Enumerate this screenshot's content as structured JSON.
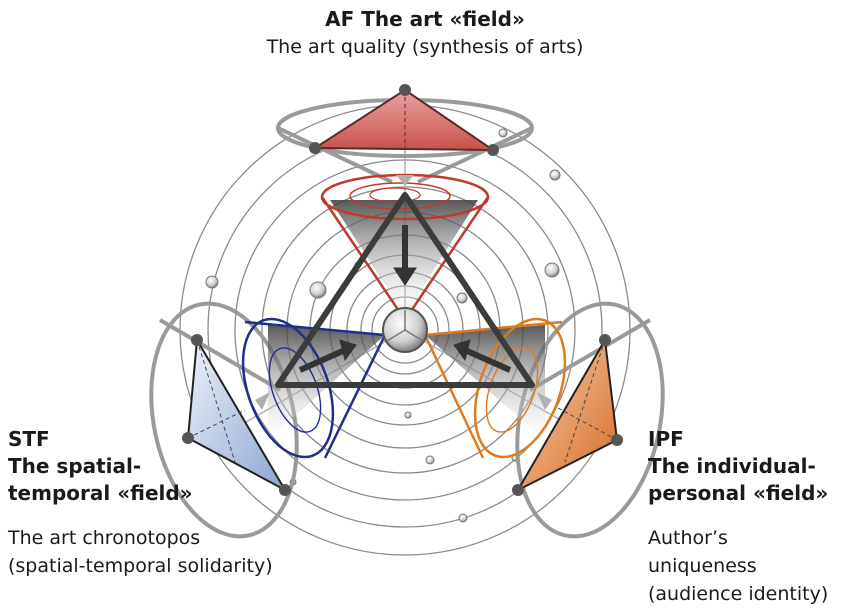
{
  "af": {
    "title": "AF The art «field»",
    "subtitle": "The art quality (synthesis of arts)"
  },
  "stf": {
    "code": "STF",
    "name_line1": "The spatial-",
    "name_line2": "temporal «field»",
    "desc_line1": "The art chronotopos",
    "desc_line2": "(spatial-temporal solidarity)"
  },
  "ipf": {
    "code": "IPF",
    "name_line1": "The individual-",
    "name_line2": "personal «field»",
    "desc_line1": "Author’s",
    "desc_line2": "uniqueness",
    "desc_line3": "(audience identity)"
  },
  "colors": {
    "af_red": "#c0392b",
    "af_fill": "#e58a86",
    "stf_blue": "#1f2f8a",
    "stf_fill": "#a9bbdb",
    "ipf_orange": "#e07a1f",
    "ipf_fill": "#e39a5e",
    "circle_grey": "#8a8a8a"
  }
}
